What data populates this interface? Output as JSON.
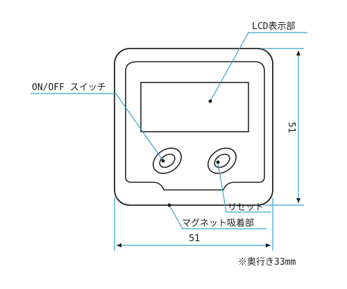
{
  "labels": {
    "lcd": "LCD表示部",
    "power_switch": "ON/OFF スイッチ",
    "reset": "リセット",
    "magnet": "マグネット吸着部"
  },
  "dimensions": {
    "width": "51",
    "height": "51",
    "depth_note": "※奥行き33mm"
  },
  "colors": {
    "leader_line": "#33a3cc",
    "outline": "#222222",
    "background": "#ffffff"
  }
}
